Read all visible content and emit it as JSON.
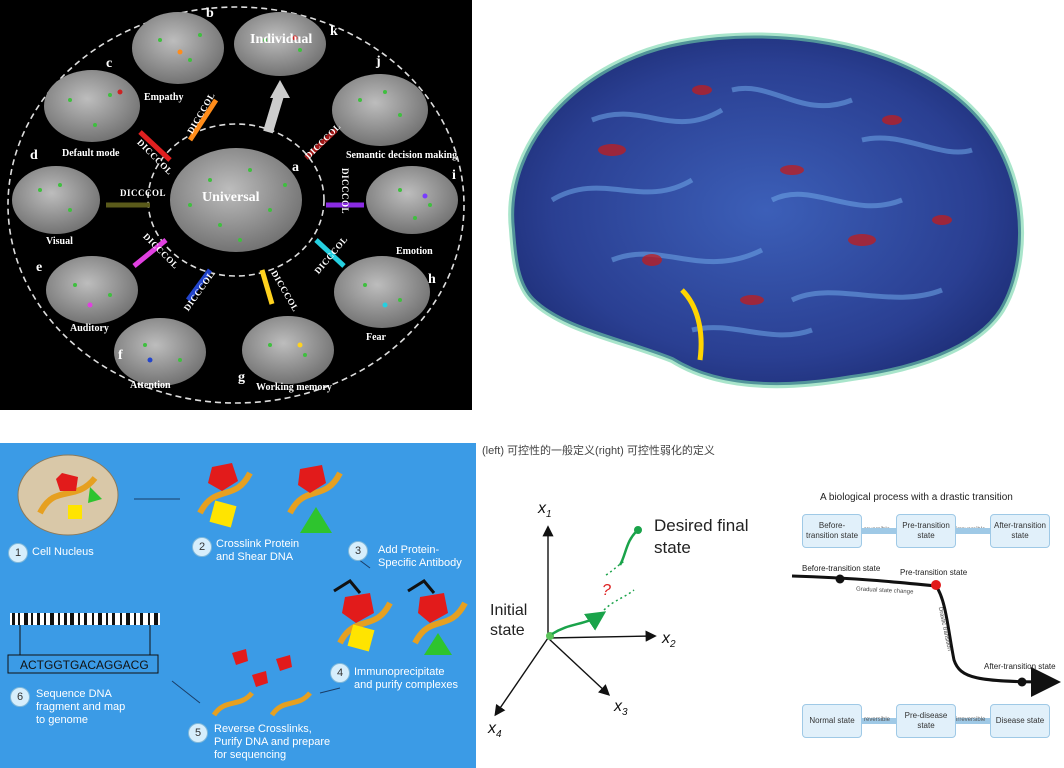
{
  "panel1": {
    "center_label": "Universal",
    "center_letter": "a",
    "top_label": "Individual",
    "connector_label": "DICCCOL",
    "regions": [
      {
        "letter": "b",
        "label": "Empathy"
      },
      {
        "letter": "c",
        "label": "Default mode"
      },
      {
        "letter": "d",
        "label": "Visual"
      },
      {
        "letter": "e",
        "label": "Auditory"
      },
      {
        "letter": "f",
        "label": "Attention"
      },
      {
        "letter": "g",
        "label": "Working memory"
      },
      {
        "letter": "h",
        "label": "Fear"
      },
      {
        "letter": "i",
        "label": "Emotion"
      },
      {
        "letter": "j",
        "label": "Semantic decision making"
      },
      {
        "letter": "k",
        "label": ""
      }
    ]
  },
  "panel3": {
    "steps": [
      {
        "num": "1",
        "text1": "Cell Nucleus",
        "text2": ""
      },
      {
        "num": "2",
        "text1": "Crosslink Protein",
        "text2": "and Shear DNA"
      },
      {
        "num": "3",
        "text1": "Add Protein-",
        "text2": "Specific Antibody"
      },
      {
        "num": "4",
        "text1": "Immunoprecipitate",
        "text2": "and purify complexes"
      },
      {
        "num": "5",
        "text1": "Reverse Crosslinks,",
        "text2": "Purify DNA and prepare",
        "text3": "for sequencing"
      },
      {
        "num": "6",
        "text1": "Sequence DNA",
        "text2": "fragment and map",
        "text3": "to genome"
      }
    ],
    "sequence": "ACTGGTGACAGGACG"
  },
  "panel4": {
    "caption": "(left) 可控性的一般定义(right) 可控性弱化的定义",
    "left": {
      "x1": "x",
      "x1_sub": "1",
      "x2": "x",
      "x2_sub": "2",
      "x3": "x",
      "x3_sub": "3",
      "x4": "x",
      "x4_sub": "4",
      "initial1": "Initial",
      "initial2": "state",
      "desired1": "Desired final",
      "desired2": "state",
      "question": "?"
    },
    "right": {
      "title": "A biological process with a drastic transition",
      "top_boxes": [
        "Before-transition state",
        "Pre-transition state",
        "After-transition state"
      ],
      "top_arrows": [
        "reversible",
        "irreversible"
      ],
      "curve_labels": {
        "before": "Before-transition state",
        "pre": "Pre-transition state",
        "after": "After-transition state",
        "gradual": "Gradual state change",
        "drastic": "Drastic transition"
      },
      "bottom_boxes": [
        "Normal state",
        "Pre-disease state",
        "Disease state"
      ],
      "bottom_arrows": [
        "reversible",
        "irreversible"
      ]
    }
  }
}
